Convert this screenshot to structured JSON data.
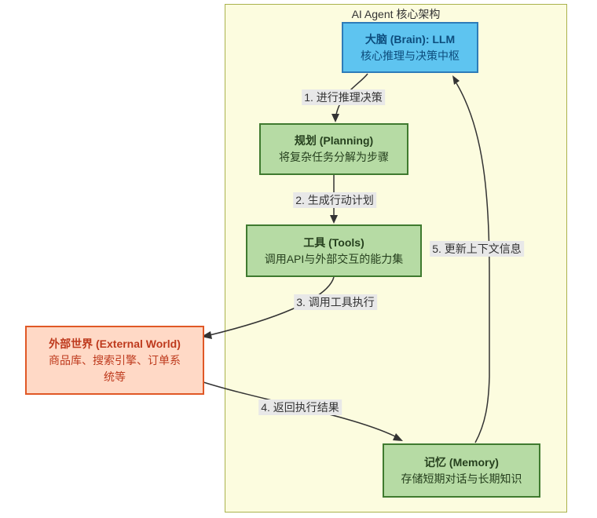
{
  "diagram": {
    "title": "AI Agent 核心架构",
    "nodes": [
      {
        "id": "brain",
        "title": "大脑 (Brain): LLM",
        "subtitle": "核心推理与决策中枢"
      },
      {
        "id": "planning",
        "title": "规划 (Planning)",
        "subtitle": "将复杂任务分解为步骤"
      },
      {
        "id": "tools",
        "title": "工具 (Tools)",
        "subtitle": "调用API与外部交互的能力集"
      },
      {
        "id": "external",
        "title": "外部世界 (External World)",
        "subtitle": "商品库、搜索引擎、订单系统等"
      },
      {
        "id": "memory",
        "title": "记忆 (Memory)",
        "subtitle": "存储短期对话与长期知识"
      }
    ],
    "edges": [
      {
        "from": "brain",
        "to": "planning",
        "label": "1. 进行推理决策"
      },
      {
        "from": "planning",
        "to": "tools",
        "label": "2. 生成行动计划"
      },
      {
        "from": "tools",
        "to": "external",
        "label": "3. 调用工具执行"
      },
      {
        "from": "external",
        "to": "memory",
        "label": "4. 返回执行结果"
      },
      {
        "from": "memory",
        "to": "brain",
        "label": "5. 更新上下文信息"
      }
    ],
    "colors": {
      "container-fill": "#FCFCDF",
      "container-border": "#AAB24C",
      "brain-fill": "#5EC4F0",
      "brain-border": "#2E7CB8",
      "brain-text": "#0D4D7D",
      "green-fill": "#B6DBA4",
      "green-border": "#3F7A2F",
      "green-text": "#26401E",
      "external-fill": "#FFD9C6",
      "external-border": "#E05826",
      "external-text": "#BE3A1D",
      "edge-line": "#333333",
      "edge-label-bg": "#E8E8E8",
      "edge-label-text": "#333333"
    }
  }
}
